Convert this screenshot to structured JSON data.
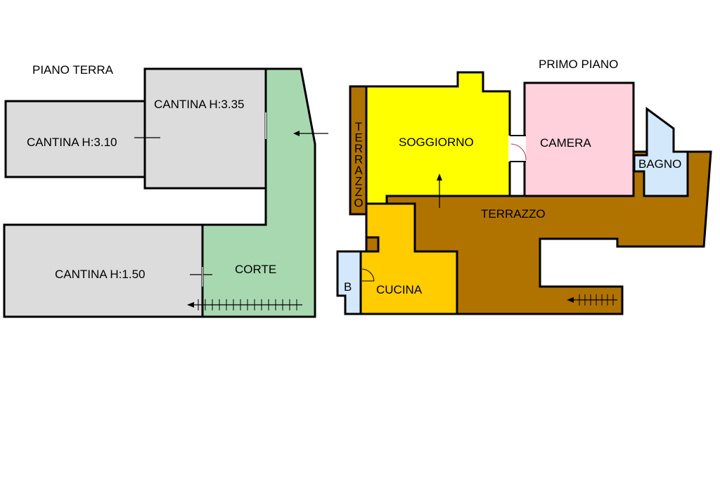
{
  "titles": {
    "ground_floor": "PIANO TERRA",
    "first_floor": "PRIMO PIANO"
  },
  "ground_floor": {
    "cantina_a": "CANTINA H:3.35",
    "cantina_b": "CANTINA H:3.10",
    "cantina_c": "CANTINA H:1.50",
    "corte": "CORTE"
  },
  "first_floor": {
    "soggiorno": "SOGGIORNO",
    "camera": "CAMERA",
    "bagno": "BAGNO",
    "terrazzo": "TERRAZZO",
    "terrazzo_vertical": [
      "T",
      "E",
      "R",
      "R",
      "A",
      "Z",
      "Z",
      "O"
    ],
    "cucina": "CUCINA",
    "b": "B"
  },
  "colors": {
    "cantina": "#dcdcdc",
    "corte": "#a8d8b0",
    "soggiorno": "#ffff00",
    "camera": "#ffd1dc",
    "bagno": "#d4e8fb",
    "terrazzo": "#b07300",
    "cucina": "#ffcc00"
  }
}
